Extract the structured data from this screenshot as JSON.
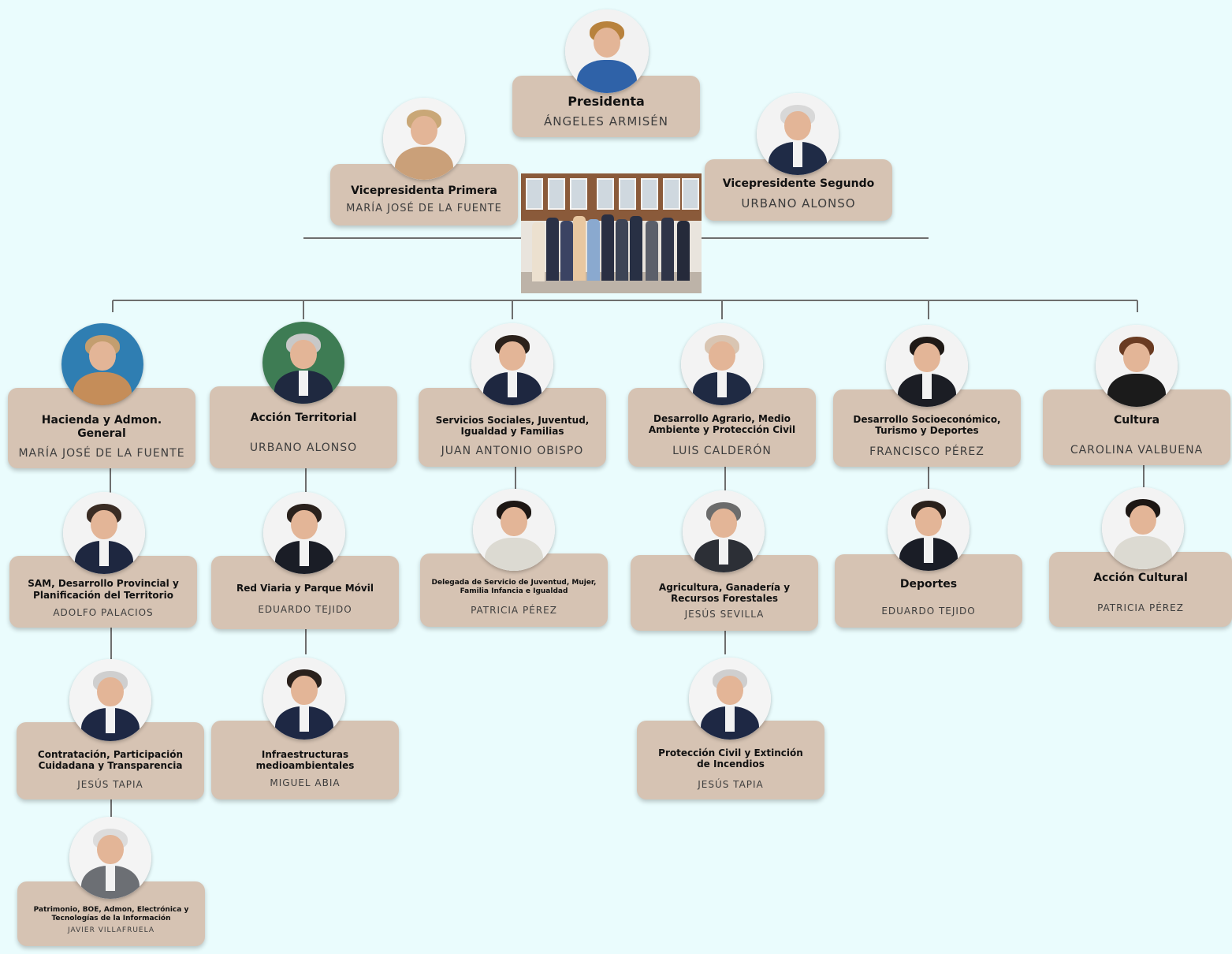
{
  "colors": {
    "background": "#eafcfd",
    "box": "#d6c3b3",
    "line": "#6e6e6e"
  },
  "top": {
    "president": {
      "title": "Presidenta",
      "name": "ÁNGELES ARMISÉN"
    },
    "vice_first": {
      "title": "Vicepresidenta Primera",
      "name": "MARÍA JOSÉ DE LA FUENTE"
    },
    "vice_second": {
      "title": "Vicepresidente Segundo",
      "name": "URBANO ALONSO"
    }
  },
  "columns": [
    {
      "title": "Hacienda y Admon. General",
      "name": "MARÍA JOSÉ DE LA FUENTE",
      "children": [
        {
          "title": "SAM, Desarrollo Provincial y Planificación del Territorio",
          "name": "ADOLFO PALACIOS"
        },
        {
          "title": "Contratación, Participación Cuidadana y Transparencia",
          "name": "JESÚS TAPIA"
        },
        {
          "title": "Patrimonio, BOE, Admon, Electrónica y Tecnologías de la Información",
          "name": "JAVIER VILLAFRUELA"
        }
      ]
    },
    {
      "title": "Acción Territorial",
      "name": "URBANO ALONSO",
      "children": [
        {
          "title": "Red Viaria y Parque Móvil",
          "name": "EDUARDO TEJIDO"
        },
        {
          "title": "Infraestructuras medioambientales",
          "name": "MIGUEL ABIA"
        }
      ]
    },
    {
      "title": "Servicios Sociales, Juventud, Igualdad y Familias",
      "name": "JUAN ANTONIO OBISPO",
      "children": [
        {
          "title": "Delegada de Servicio de Juventud, Mujer, Familia Infancia e Igualdad",
          "name": "PATRICIA PÉREZ"
        }
      ]
    },
    {
      "title": "Desarrollo Agrario, Medio Ambiente y Protección Civil",
      "name": "LUIS CALDERÓN",
      "children": [
        {
          "title": "Agricultura, Ganadería y Recursos Forestales",
          "name": "JESÚS SEVILLA"
        },
        {
          "title": "Protección Civil y Extinción de Incendios",
          "name": "JESÚS TAPIA"
        }
      ]
    },
    {
      "title": "Desarrollo Socioeconómico, Turismo y Deportes",
      "name": "FRANCISCO PÉREZ",
      "children": [
        {
          "title": "Deportes",
          "name": "EDUARDO TEJIDO"
        }
      ]
    },
    {
      "title": "Cultura",
      "name": "CAROLINA VALBUENA",
      "children": [
        {
          "title": "Acción Cultural",
          "name": "PATRICIA PÉREZ"
        }
      ]
    }
  ]
}
